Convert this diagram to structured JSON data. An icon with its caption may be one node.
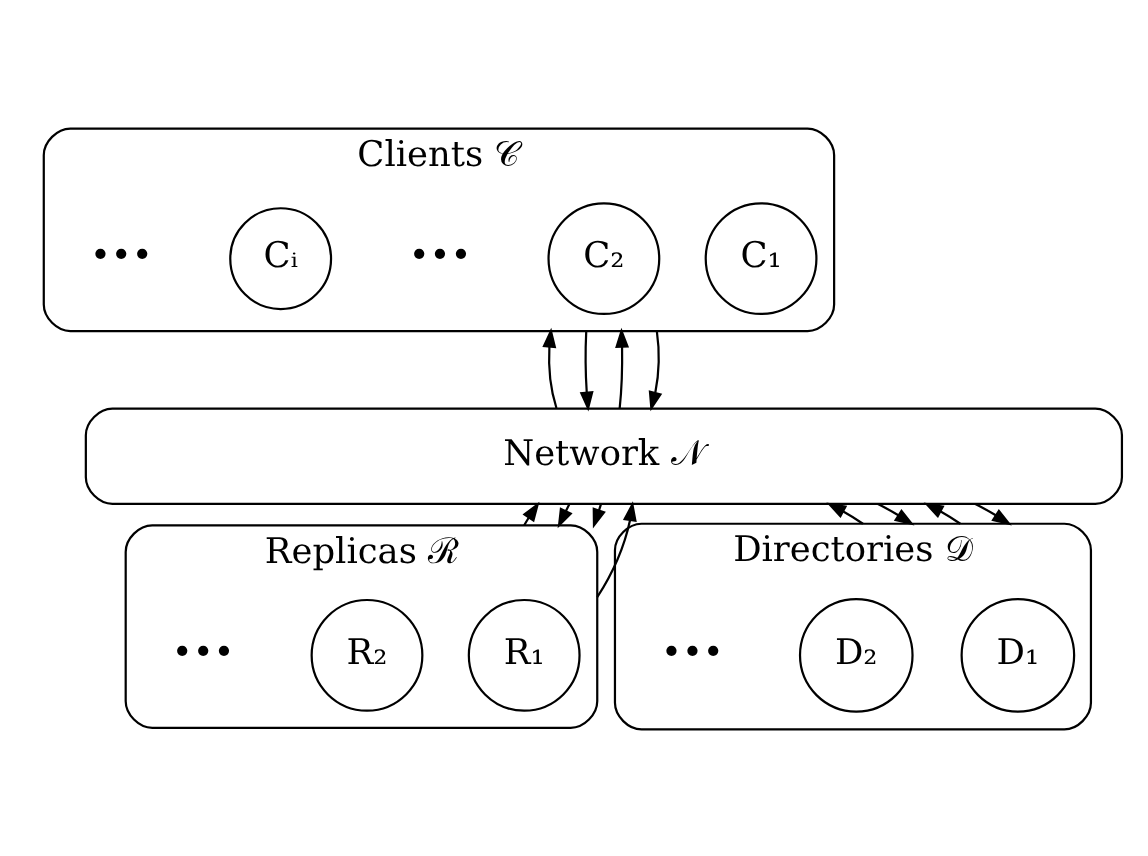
{
  "diagram": {
    "nodes": [
      {
        "text": [
          "Clients 𝒞"
        ]
      },
      {
        "text": [
          "C₁"
        ],
        "in": 0
      },
      {
        "text": [
          "C₂"
        ],
        "in": 0
      },
      {
        "text": [
          "Cᵢ"
        ],
        "in": 0
      },
      {
        "text": [
          "Network 𝒩"
        ]
      },
      {
        "text": [
          "Replicas ℛ"
        ]
      },
      {
        "text": [
          "R₁"
        ],
        "in": 5
      },
      {
        "text": [
          "R₂"
        ],
        "in": 5
      },
      {
        "text": [
          "Directories 𝒟"
        ]
      },
      {
        "text": [
          "D₁"
        ],
        "in": 8
      },
      {
        "text": [
          "D₂"
        ],
        "in": 8
      }
    ],
    "edges": [
      {
        "from": 4,
        "to": 0,
        "arrow": "to"
      },
      {
        "from": 0,
        "to": 4,
        "arrow": "to"
      },
      {
        "from": 4,
        "to": 0,
        "arrow": "to"
      },
      {
        "from": 0,
        "to": 4,
        "arrow": "to"
      },
      {
        "from": 5,
        "to": 4,
        "arrow": "to"
      },
      {
        "from": 4,
        "to": 5,
        "arrow": "to"
      },
      {
        "from": 8,
        "to": 4,
        "arrow": "to"
      },
      {
        "from": 4,
        "to": 8,
        "arrow": "to"
      },
      {
        "from": 4,
        "to": 5,
        "arrow": "to"
      },
      {
        "from": 5,
        "to": 4,
        "arrow": "to"
      },
      {
        "from": 8,
        "to": 4,
        "arrow": "to"
      },
      {
        "from": 4,
        "to": 8,
        "arrow": "to"
      }
    ],
    "labels": [
      "•••",
      "•••",
      "•••",
      "•••"
    ]
  }
}
